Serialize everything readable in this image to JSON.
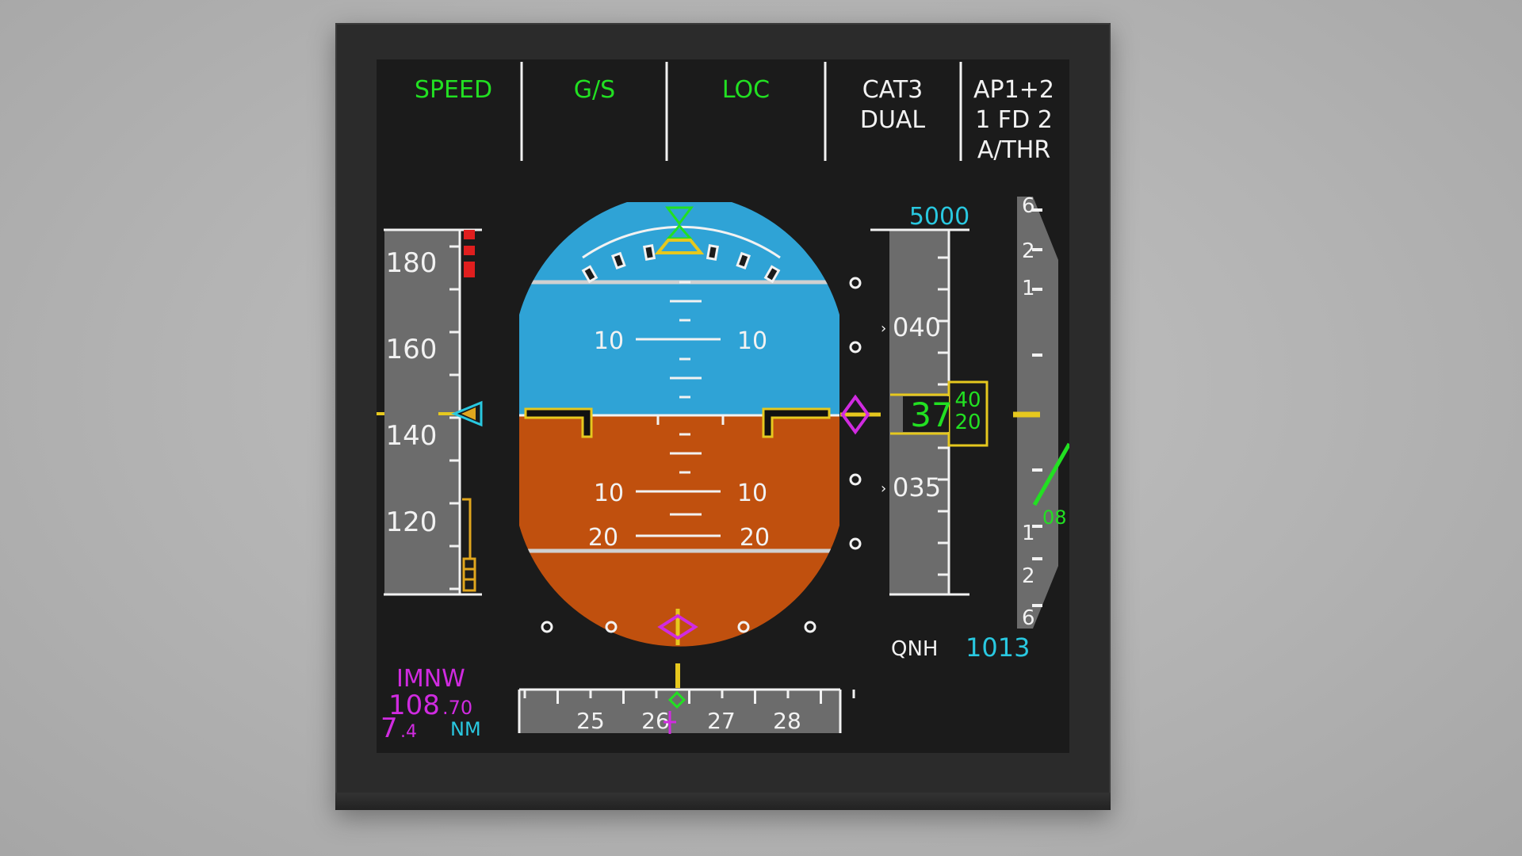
{
  "fma": {
    "col1": "SPEED",
    "col2": "G/S",
    "col3": "LOC",
    "col4_line1": "CAT3",
    "col4_line2": "DUAL",
    "col5_line1": "AP1+2",
    "col5_line2": "1 FD 2",
    "col5_line3": "A/THR"
  },
  "speed_tape": {
    "labels": [
      "180",
      "160",
      "140",
      "120"
    ],
    "current_speed": 140
  },
  "attitude": {
    "pitch_labels_up": [
      "10",
      "10"
    ],
    "pitch_labels_down": [
      "10",
      "10",
      "20",
      "20"
    ],
    "sky_color": "#2fa3d6",
    "ground_color": "#c0500e"
  },
  "altitude_tape": {
    "selected_altitude": "5000",
    "label_upper": "040",
    "label_lower": "035",
    "current_big": "37",
    "roll_upper": "40",
    "roll_lower": "20"
  },
  "vsi": {
    "labels_top": [
      "6",
      "2",
      "1"
    ],
    "labels_bottom": [
      "1",
      "2",
      "6"
    ],
    "vs_readout": "08"
  },
  "baro": {
    "label": "QNH",
    "value": "1013"
  },
  "ils": {
    "ident": "IMNW",
    "freq_main": "108",
    "freq_dec": ".70",
    "dist_main": "7",
    "dist_dec": ".4",
    "dist_unit": "NM"
  },
  "heading_tape": {
    "labels": [
      "25",
      "26",
      "27",
      "28"
    ]
  },
  "colors": {
    "green": "#22e022",
    "cyan": "#29c8e0",
    "magenta": "#d02be0",
    "yellow": "#e6c81e",
    "amber": "#e0a61e",
    "white": "#f2f2f2",
    "tape_gray": "#6c6c6c"
  }
}
